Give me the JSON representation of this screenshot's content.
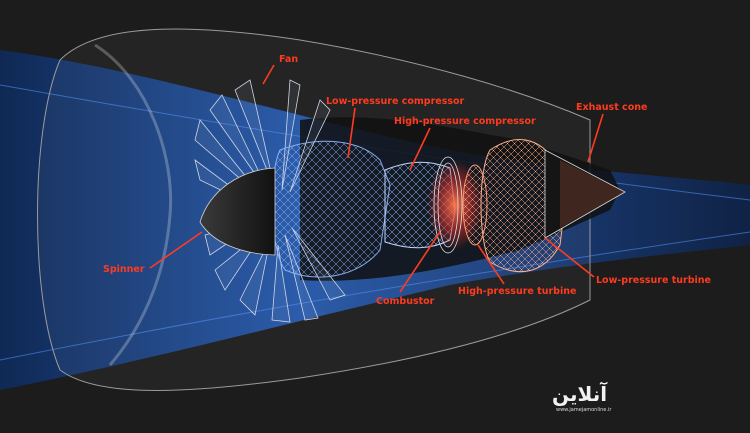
{
  "labels": {
    "fan": "Fan",
    "low_pressure_compressor": "Low-pressure compressor",
    "high_pressure_compressor": "High-pressure compressor",
    "exhaust_cone": "Exhaust cone",
    "spinner": "Spinner",
    "combustor": "Combustor",
    "high_pressure_turbine": "High-pressure turbine",
    "low_pressure_turbine": "Low-pressure turbine"
  },
  "watermark": {
    "latin_text": "www.jamejamonline.ir",
    "glyphs": "آنلاین"
  },
  "colors": {
    "background": "#1c1c1c",
    "label_text": "#ff3b1f",
    "leader_line": "#ff3b1f",
    "airflow_blue": "#2f6fd6",
    "compressor_wire": "#8fb8ff",
    "turbine_wire": "#ff9a70",
    "combustor_glow": "#ff4a2a",
    "nacelle_outline": "#9a9a9a"
  }
}
